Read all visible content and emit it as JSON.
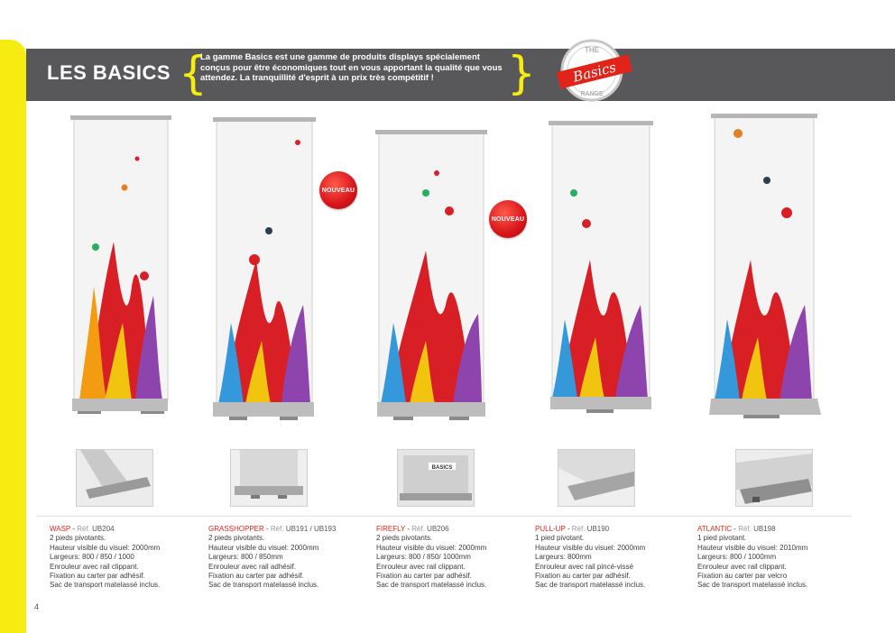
{
  "header": {
    "title": "LES BASICS",
    "brace_left": "{",
    "brace_right": "}",
    "description": "La gamme Basics est une gamme de produits displays spécialement conçus pour être économiques tout en vous apportant la qualité que vous attendez. La tranquillité d'esprit à un prix très compétitif !"
  },
  "badge": {
    "top_text": "THE",
    "script_text": "Basics",
    "bottom_text": "RANGE"
  },
  "new_label": "NOUVEAU",
  "ref_label": "Réf.",
  "products": [
    {
      "name": "WASP",
      "ref": "UB204",
      "lines": [
        "2 pieds pivotants.",
        "Hauteur visible du visuel: 2000mm",
        "Largeurs: 800 / 850 / 1000",
        "Enrouleur avec rail clippant.",
        "Fixation au carter par adhésif.",
        "Sac de transport matelassé inclus."
      ]
    },
    {
      "name": "GRASSHOPPER",
      "ref": "UB191 / UB193",
      "lines": [
        "2 pieds pivotants.",
        "Hauteur visible du visuel: 2000mm",
        "Largeurs: 800 / 850mm",
        "Enrouleur avec rail adhésif.",
        "Fixation au carter par adhésif.",
        "Sac de transport matelassé inclus."
      ]
    },
    {
      "name": "FIREFLY",
      "ref": "UB206",
      "lines": [
        "2 pieds pivotants.",
        "Hauteur visible du visuel: 2000mm",
        "Largeurs: 800 / 850/ 1000mm",
        "Enrouleur avec rail clippant.",
        "Fixation au carter par adhésif.",
        "Sac de transport matelassé inclus."
      ]
    },
    {
      "name": "PULL-UP",
      "ref": "UB190",
      "lines": [
        "1 pied pivotant.",
        "Hauteur visible du visuel: 2000mm",
        "Largeurs: 800mm",
        "Enrouleur avec rail pincé-vissé",
        "Fixation au carter par adhésif.",
        "Sac de transport matelassé inclus."
      ]
    },
    {
      "name": "ATLANTIC",
      "ref": "UB198",
      "lines": [
        "1 pied pivotant.",
        "Hauteur visible du visuel: 2010mm",
        "Largeurs: 800 / 1000mm",
        "Enrouleur avec rail clippant.",
        "Fixation au carter par velcro",
        "Sac de transport matelassé inclus."
      ]
    }
  ],
  "thumb_label": "BASICS",
  "page_number": "4",
  "colors": {
    "accent_yellow": "#f7ec12",
    "header_gray": "#58585a",
    "product_red": "#e2231a"
  }
}
